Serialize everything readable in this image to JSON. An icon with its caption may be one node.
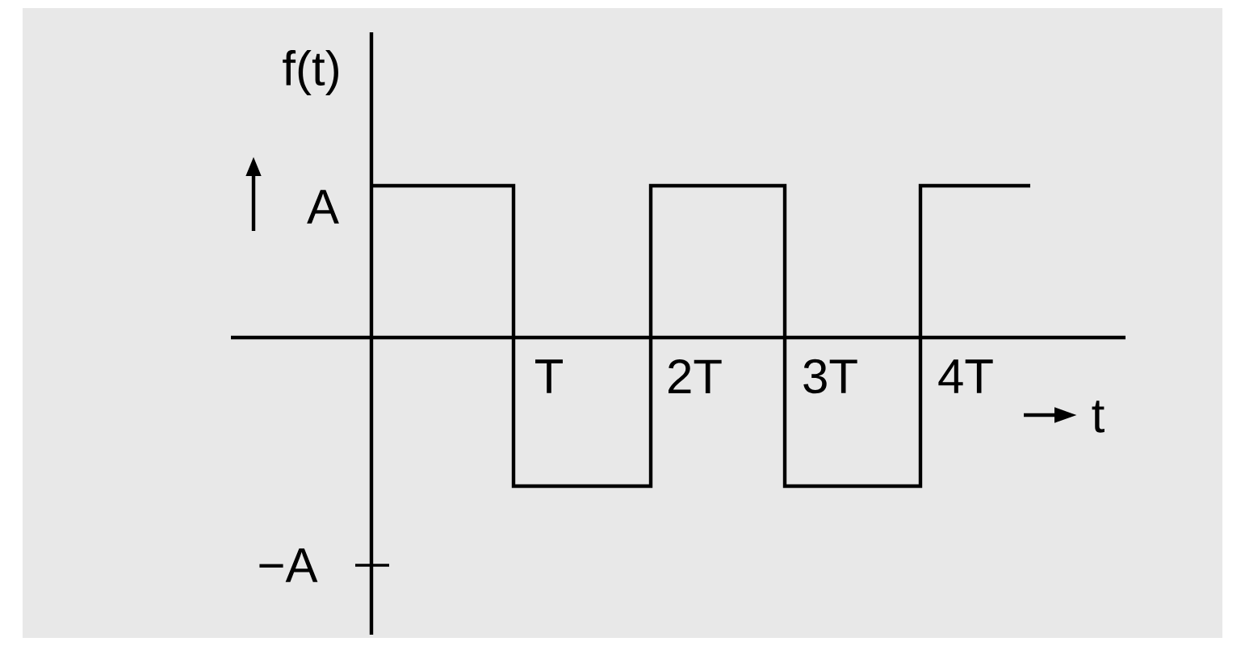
{
  "diagram": {
    "labels": [
      "f(t)",
      "A",
      "−A",
      "T",
      "2T",
      "3T",
      "4T",
      "t"
    ]
  }
}
